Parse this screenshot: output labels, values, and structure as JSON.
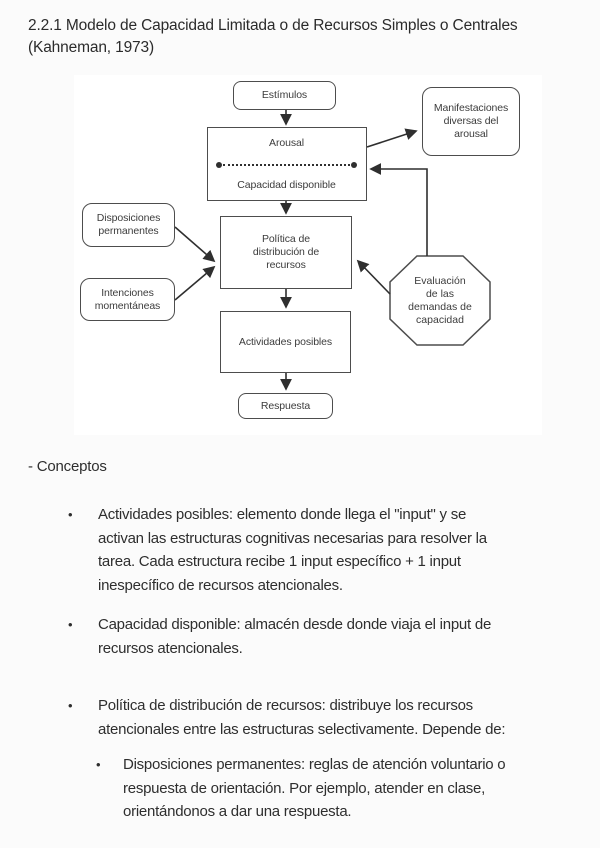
{
  "page": {
    "title": "2.2.1 Modelo de Capacidad Limitada o de Recursos Simples o Centrales\n(Kahneman, 1973)",
    "section_label": "- Conceptos"
  },
  "diagram": {
    "nodes": {
      "estimulos": {
        "label": "Estímulos",
        "shape": "rounded-rect"
      },
      "arousal": {
        "label": "Arousal",
        "shape": "rect"
      },
      "capacidad_disponible": {
        "label": "Capacidad disponible",
        "shape": "rect"
      },
      "manifestaciones": {
        "label": "Manifestaciones\ndiversas del\narousal",
        "shape": "rounded-rect"
      },
      "disposiciones": {
        "label": "Disposiciones\npermanentes",
        "shape": "rounded-rect"
      },
      "intenciones": {
        "label": "Intenciones\nmomentáneas",
        "shape": "rounded-rect"
      },
      "politica": {
        "label": "Política de\ndistribución de\nrecursos",
        "shape": "rect"
      },
      "evaluacion": {
        "label": "Evaluación\nde las\ndemandas de\ncapacidad",
        "shape": "octagon"
      },
      "actividades": {
        "label": "Actividades posibles",
        "shape": "rect"
      },
      "respuesta": {
        "label": "Respuesta",
        "shape": "rounded-rect"
      }
    },
    "edges": [
      "estimulos -> arousal",
      "arousal -> politica",
      "evaluacion -> arousal",
      "arousal -> manifestaciones",
      "disposiciones -> politica",
      "intenciones -> politica",
      "evaluacion -> politica",
      "politica -> actividades",
      "actividades -> respuesta"
    ],
    "line_color": "#4d4d4d",
    "background": "#ffffff"
  },
  "concepts": {
    "bullets": [
      {
        "marker": "•",
        "level": 1,
        "text": "Actividades posibles: elemento donde llega el \"input\" y se\nactivan las estructuras cognitivas necesarias para resolver la\ntarea. Cada estructura recibe 1 input específico + 1 input\ninespecífico de recursos atencionales."
      },
      {
        "marker": "•",
        "level": 1,
        "text": "Capacidad disponible: almacén desde donde viaja el input de\nrecursos atencionales."
      },
      {
        "marker": "•",
        "level": 1,
        "text": "Política de distribución de recursos: distribuye los recursos\natencionales entre las estructuras selectivamente. Depende de:"
      },
      {
        "marker": "•",
        "level": 2,
        "text": "Disposiciones permanentes: reglas de atención voluntario o\nrespuesta de orientación. Por ejemplo, atender en clase,\norientándonos a dar una respuesta."
      }
    ]
  },
  "colors": {
    "page_background": "#fbfbfb",
    "diagram_background": "#ffffff",
    "text": "#2e2e2e",
    "diagram_stroke": "#4d4d4d"
  }
}
